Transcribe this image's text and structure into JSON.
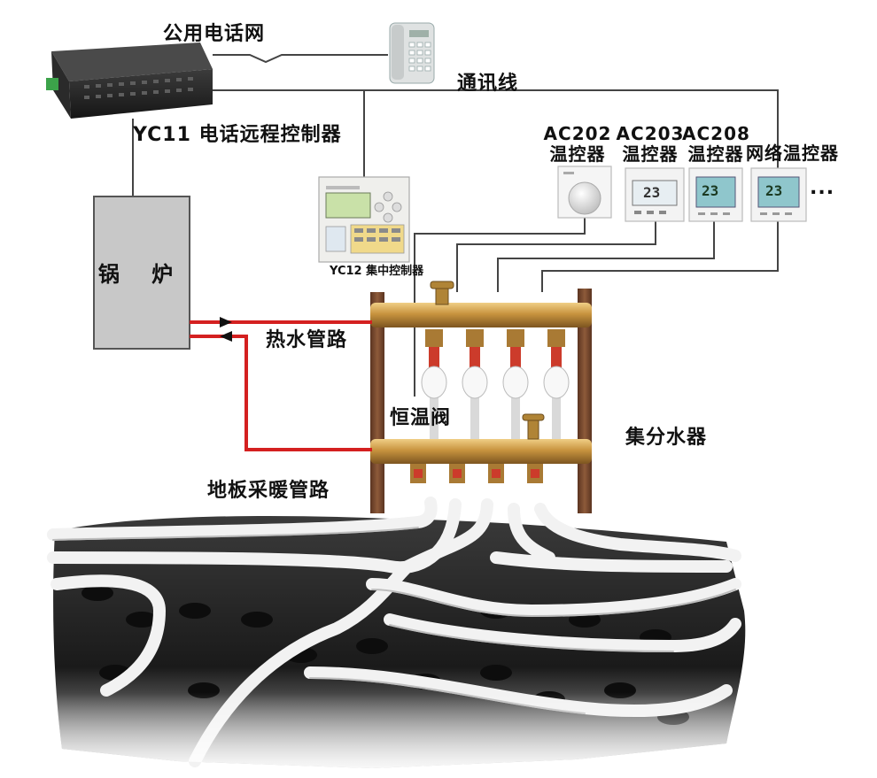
{
  "labels": {
    "public_phone_network": "公用电话网",
    "comm_line": "通讯线",
    "yc11": "YC11 电话远程控制器",
    "yc12": "YC12 集中控制器",
    "boiler": "锅 炉",
    "hot_water_pipe": "热水管路",
    "thermostatic_valve": "恒温阀",
    "manifold": "集分水器",
    "floor_heating_pipe": "地板采暖管路",
    "ac202_model": "AC202",
    "ac203_model": "AC203",
    "ac208_model": "AC208",
    "thermostat_word": "温控器",
    "network_thermostat": "网络温控器",
    "ellipsis": "..."
  },
  "thermostat_display": "23",
  "colors": {
    "hot_pipe": "#d42020",
    "wire": "#444444",
    "brass": "#c99a45",
    "wood": "#7a4a2e",
    "boiler_fill": "#c8c8c8",
    "pipe_white": "#f2f2f2",
    "floor_dark": "#1e1e1e"
  },
  "icons": [
    "telephone-icon",
    "remote-controller-device",
    "central-controller-device",
    "thermostat-device"
  ]
}
